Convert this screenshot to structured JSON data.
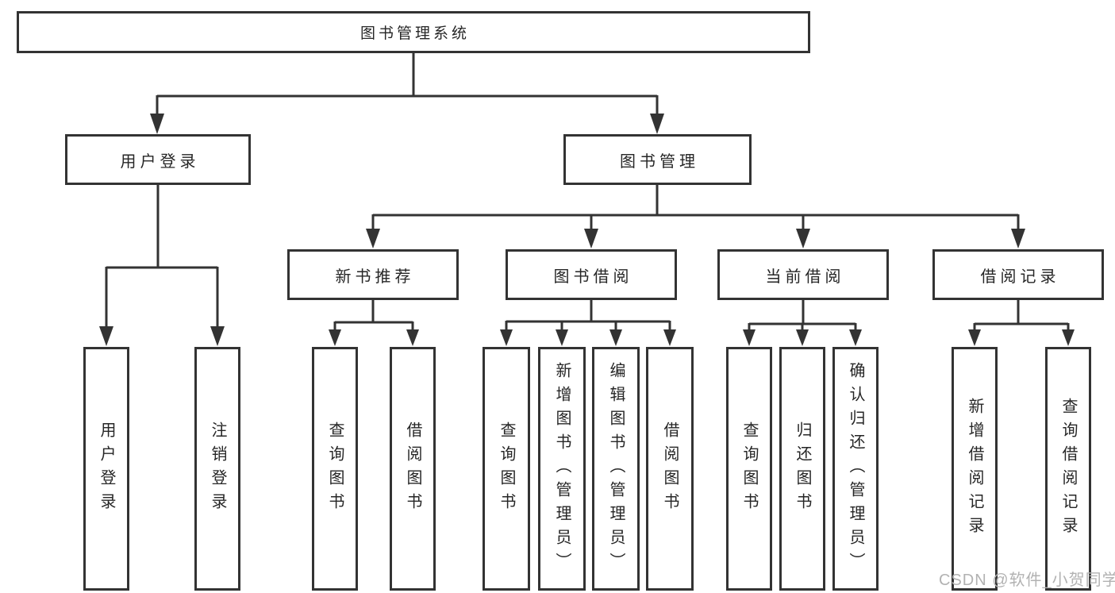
{
  "diagram": {
    "type": "tree",
    "root": "图书管理系统",
    "level2": [
      "用户登录",
      "图书管理"
    ],
    "level3": [
      "新书推荐",
      "图书借阅",
      "当前借阅",
      "借阅记录"
    ],
    "user_login_children": [
      "用户登录",
      "注销登录"
    ],
    "new_book_children": [
      "查询图书",
      "借阅图书"
    ],
    "book_borrow_children": [
      "查询图书",
      "新增图书（管理员）",
      "编辑图书（管理员）",
      "借阅图书"
    ],
    "current_borrow_children": [
      "查询图书",
      "归还图书",
      "确认归还（管理员）"
    ],
    "borrow_record_children": [
      "新增借阅记录",
      "查询借阅记录"
    ]
  },
  "watermark": "CSDN @软件_小贺同学",
  "colors": {
    "line": "#333333",
    "box_border": "#333333",
    "text": "#262626",
    "watermark": "#b2b2b2",
    "background": "#ffffff"
  }
}
